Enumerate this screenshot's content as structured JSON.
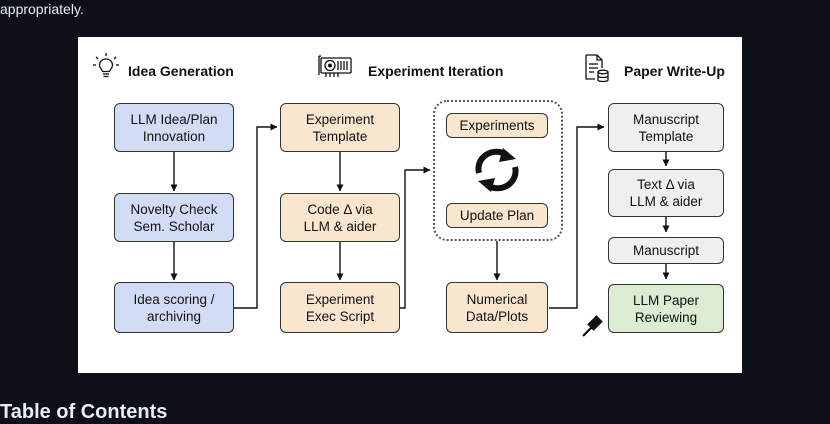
{
  "page": {
    "top_text": "appropriately.",
    "bottom_heading": "Table of Contents"
  },
  "diagram": {
    "columns": {
      "idea": {
        "title": "Idea Generation",
        "icon": "lightbulb-icon"
      },
      "experiment": {
        "title": "Experiment Iteration",
        "icon": "gpu-icon"
      },
      "paper": {
        "title": "Paper Write-Up",
        "icon": "document-database-icon"
      }
    },
    "boxes": {
      "llm_idea": "LLM Idea/Plan\nInnovation",
      "novelty": "Novelty Check\nSem. Scholar",
      "idea_scoring": "Idea scoring /\narchiving",
      "exp_template": "Experiment\nTemplate",
      "code_delta": "Code Δ via\nLLM & aider",
      "exec_script": "Experiment\nExec Script",
      "experiments": "Experiments",
      "update_plan": "Update Plan",
      "numerical": "Numerical\nData/Plots",
      "manuscript_template": "Manuscript\nTemplate",
      "text_delta": "Text Δ via\nLLM & aider",
      "manuscript": "Manuscript",
      "reviewing": "LLM Paper\nReviewing"
    },
    "icons": {
      "cycle": "refresh-cycle-icon",
      "gavel": "gavel-icon"
    },
    "colors": {
      "blue": "#d3dcf5",
      "tan": "#f8e6cf",
      "gray": "#efefef",
      "green": "#dbecd3"
    }
  }
}
